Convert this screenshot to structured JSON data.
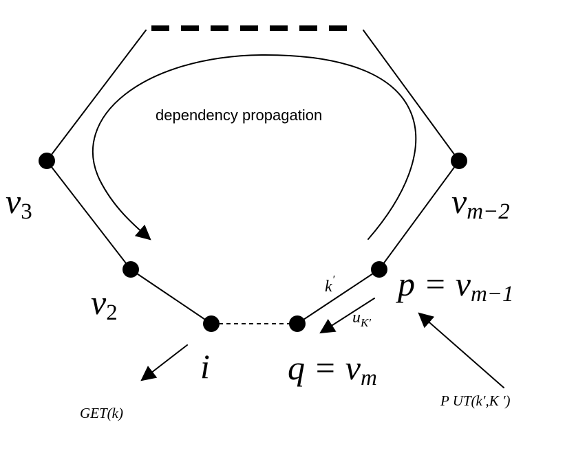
{
  "labels": {
    "caption": "dependency propagation",
    "v3_base": "v",
    "v3_sub": "3",
    "v2_base": "v",
    "v2_sub": "2",
    "vm2_base": "v",
    "vm2_sub": "m−2",
    "p_prefix": "p = v",
    "p_sub": "m−1",
    "q_prefix": "q = v",
    "q_sub": "m",
    "i_label": "i",
    "k_prime_base": "k",
    "k_prime_mark": "′",
    "u_base": "u",
    "u_sub": "K′",
    "get_label": "GET(k)",
    "put_label": "P UT(k′,K ′)"
  }
}
